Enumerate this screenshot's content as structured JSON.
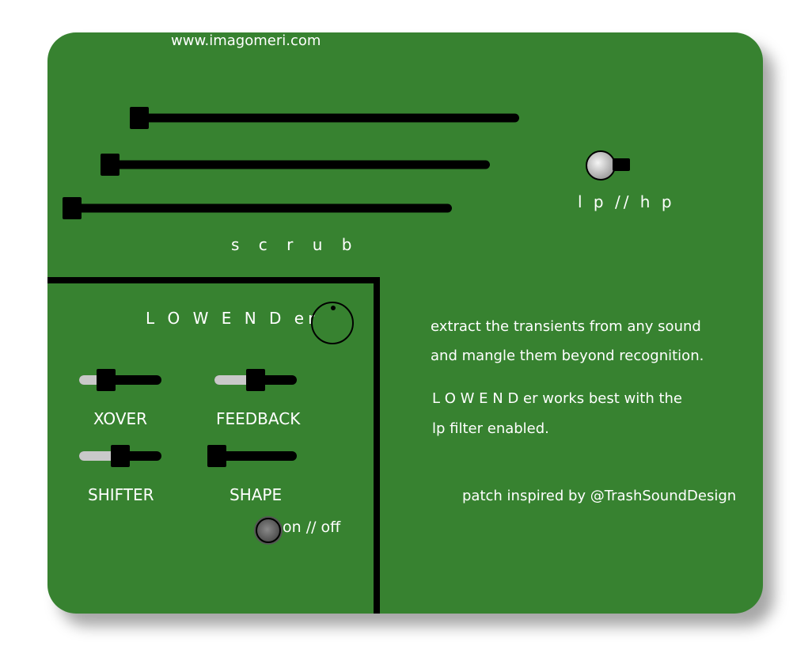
{
  "app": {
    "website": "www.imagomeri.com",
    "panel_color": "#378230"
  },
  "scrub": {
    "label": "s c r u b",
    "sliders": [
      {
        "name": "scrub-slider-1",
        "value": 0
      },
      {
        "name": "scrub-slider-2",
        "value": 0
      },
      {
        "name": "scrub-slider-3",
        "value": 0
      }
    ]
  },
  "filter": {
    "label": "l p  //  h p",
    "toggle_icon": "toggle-switch-icon"
  },
  "low_end": {
    "title": "L O W   E N D  er",
    "knob_icon": "knob-icon",
    "controls": [
      {
        "label": "XOVER",
        "value": 0.33
      },
      {
        "label": "FEEDBACK",
        "value": 0.5
      },
      {
        "label": "SHIFTER",
        "value": 0.5
      },
      {
        "label": "SHAPE",
        "value": 0.0
      }
    ],
    "power_label": "on // off",
    "power_icon": "power-toggle-icon"
  },
  "description": {
    "line1": "extract the transients from any sound",
    "line2": "and mangle them beyond recognition.",
    "line3": "L O W  E N D  er  works best with the",
    "line4": "lp filter enabled.",
    "credit": "patch inspired by @TrashSoundDesign"
  }
}
